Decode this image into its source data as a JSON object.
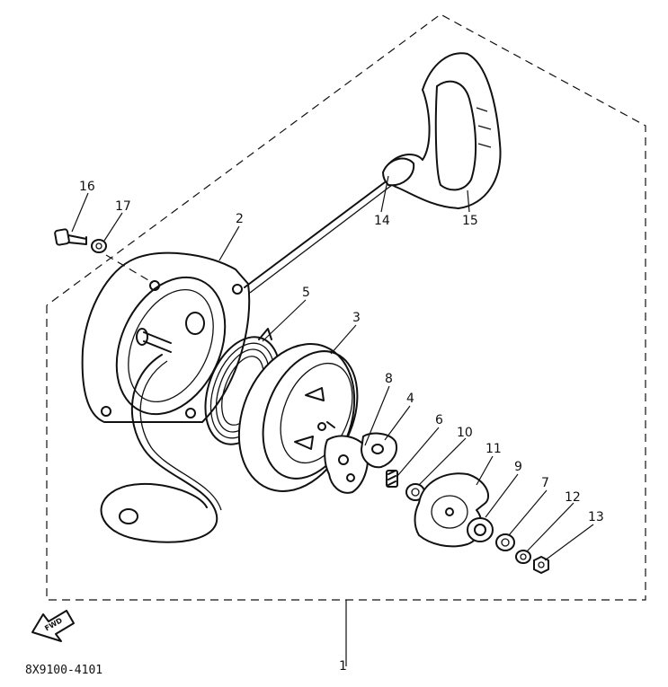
{
  "drawing_code": "8X9100-4101",
  "fwd_marker": "FWD",
  "parts": [
    {
      "id": "p1",
      "number": "1"
    },
    {
      "id": "p2",
      "number": "2"
    },
    {
      "id": "p3",
      "number": "3"
    },
    {
      "id": "p4",
      "number": "4"
    },
    {
      "id": "p5",
      "number": "5"
    },
    {
      "id": "p6",
      "number": "6"
    },
    {
      "id": "p7",
      "number": "7"
    },
    {
      "id": "p8",
      "number": "8"
    },
    {
      "id": "p9",
      "number": "9"
    },
    {
      "id": "p10",
      "number": "10"
    },
    {
      "id": "p11",
      "number": "11"
    },
    {
      "id": "p12",
      "number": "12"
    },
    {
      "id": "p13",
      "number": "13"
    },
    {
      "id": "p14",
      "number": "14"
    },
    {
      "id": "p15",
      "number": "15"
    },
    {
      "id": "p16",
      "number": "16"
    },
    {
      "id": "p17",
      "number": "17"
    }
  ]
}
